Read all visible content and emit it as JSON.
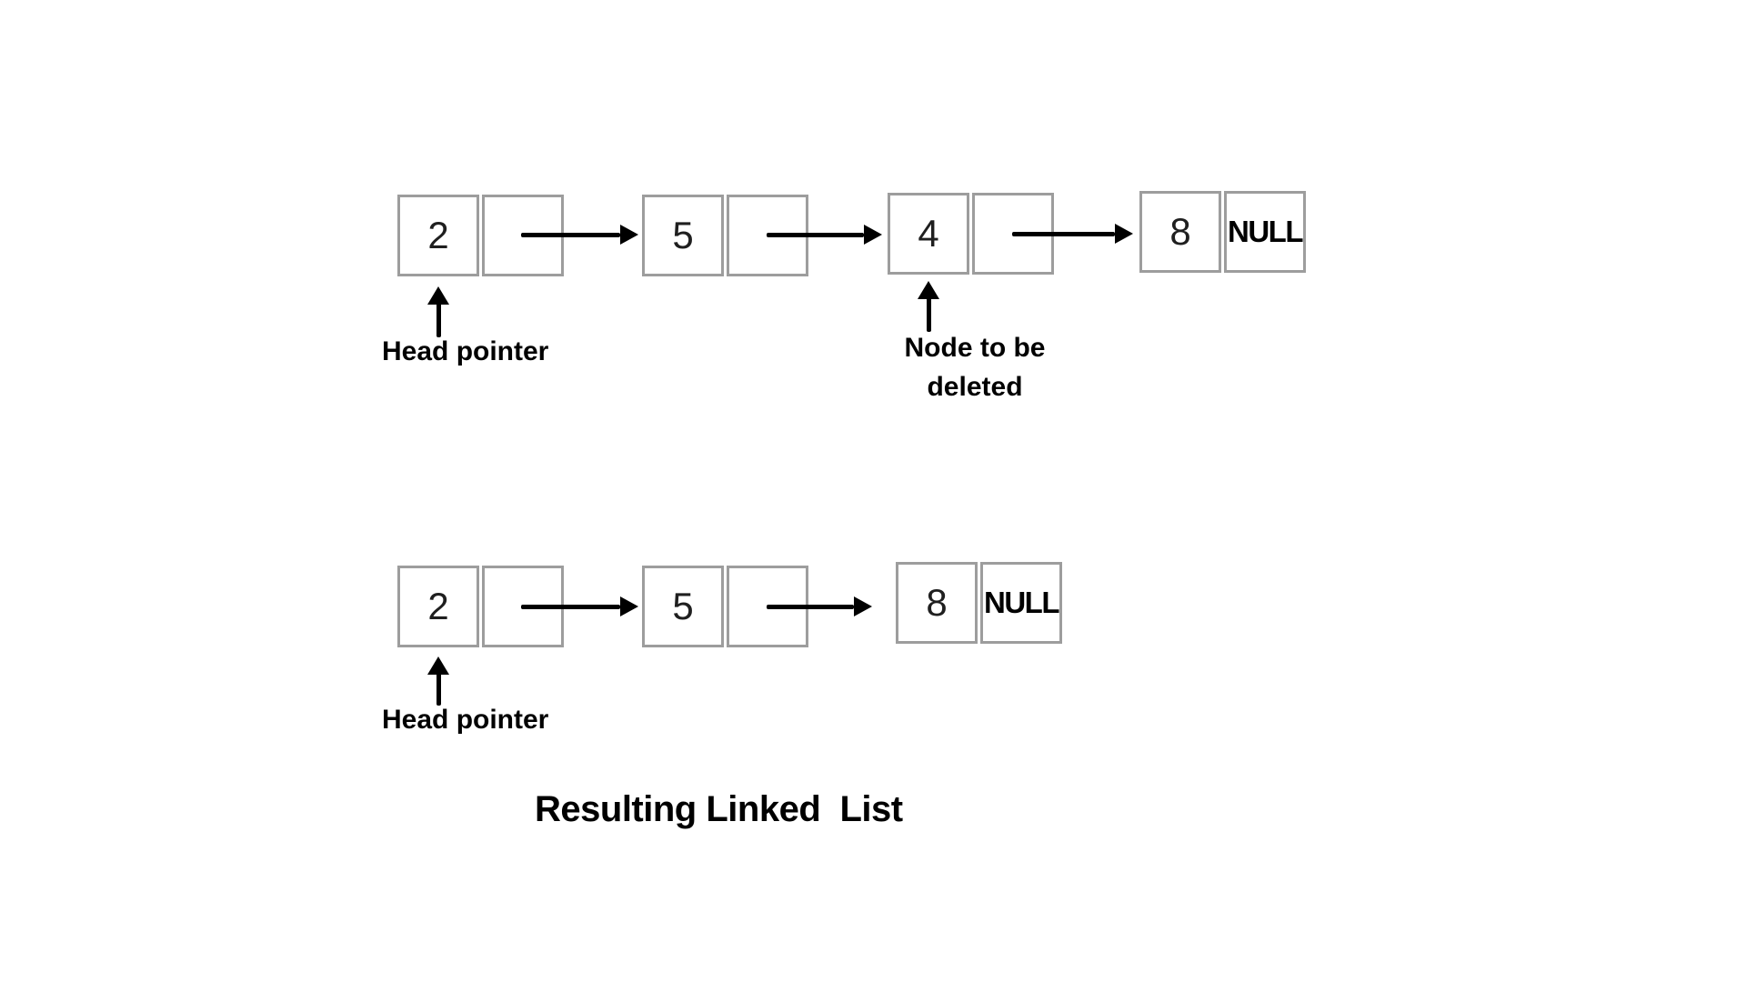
{
  "title": "Resulting Linked  List",
  "colors": {
    "background": "#ffffff",
    "box_border": "#9d9d9d",
    "arrow": "#000000",
    "label_text": "#000000",
    "value_text": "#1f1f1f"
  },
  "original_list": {
    "head_label": "Head pointer",
    "delete_label": {
      "line1": "Node to be",
      "line2": "deleted"
    },
    "nodes": [
      {
        "value": "2",
        "pointer": ""
      },
      {
        "value": "5",
        "pointer": ""
      },
      {
        "value": "4",
        "pointer": ""
      },
      {
        "value": "8",
        "pointer": "NULL"
      }
    ]
  },
  "resulting_list": {
    "head_label": "Head pointer",
    "nodes": [
      {
        "value": "2",
        "pointer": ""
      },
      {
        "value": "5",
        "pointer": ""
      },
      {
        "value": "8",
        "pointer": "NULL"
      }
    ]
  }
}
